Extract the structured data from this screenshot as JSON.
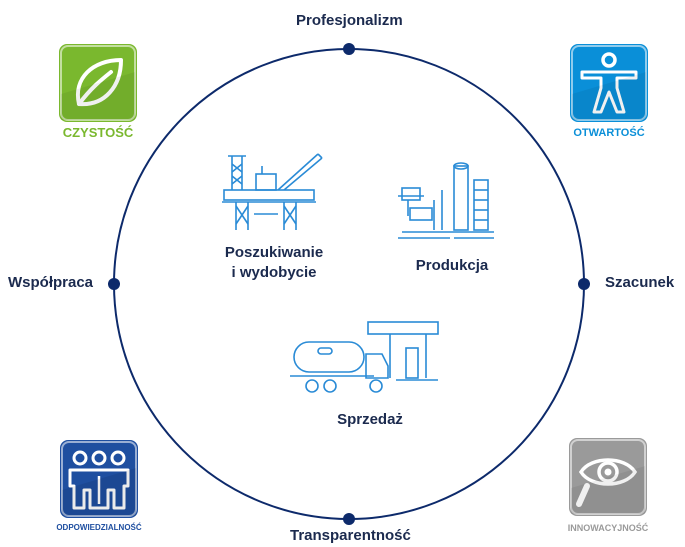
{
  "values": {
    "top": "Profesjonalizm",
    "left": "Współpraca",
    "right": "Szacunek",
    "bottom": "Transparentność"
  },
  "segments": {
    "exploration": {
      "line1": "Poszukiwanie",
      "line2": "i wydobycie"
    },
    "production": "Produkcja",
    "sales": "Sprzedaż"
  },
  "badges": {
    "clean": {
      "caption": "CZYSTOŚĆ",
      "color": "#7ab82e",
      "icon": "leaf-icon"
    },
    "open": {
      "caption": "OTWARTOŚĆ",
      "color": "#0a8fd8",
      "icon": "person-icon"
    },
    "resp": {
      "caption": "ODPOWIEDZIALNOŚĆ",
      "color": "#1f4fa0",
      "icon": "team-icon"
    },
    "innov": {
      "caption": "INNOWACYJNOŚĆ",
      "color": "#9a9a9a",
      "icon": "eye-icon"
    }
  },
  "colors": {
    "circle": "#0d2a6b",
    "illustration": "#2a8bd6",
    "text": "#1b2a4e"
  }
}
